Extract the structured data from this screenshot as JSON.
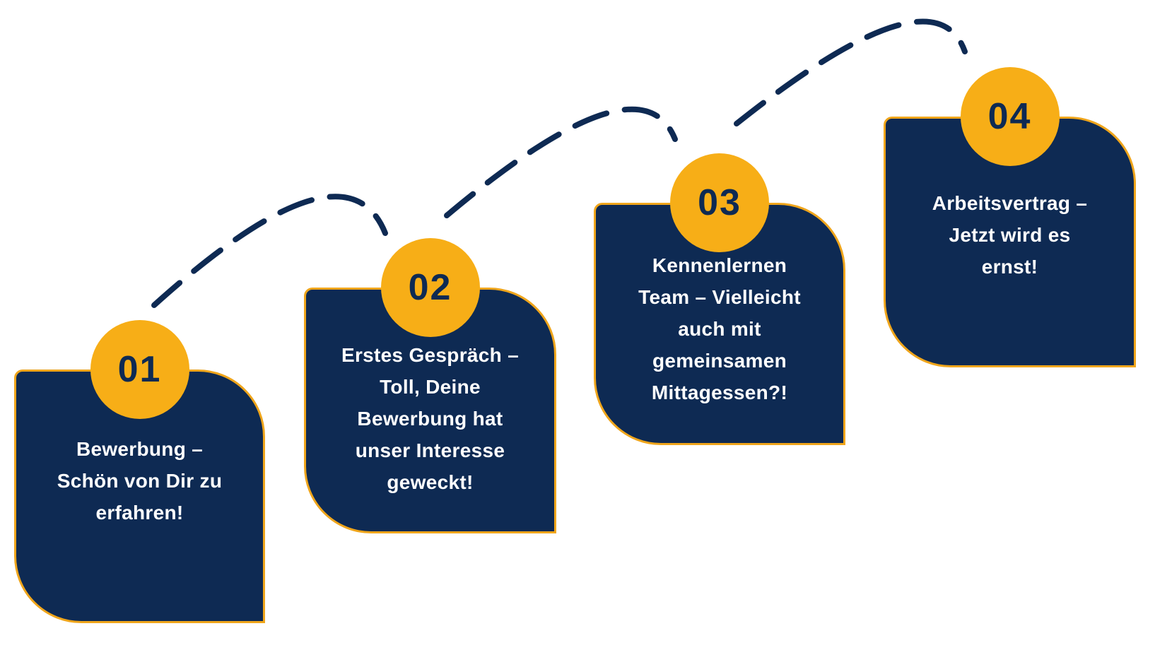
{
  "diagram": {
    "language": "de",
    "step_count": 4
  },
  "steps": [
    {
      "number": "01",
      "text": "Bewerbung –\nSchön von Dir zu\nerfahren!"
    },
    {
      "number": "02",
      "text": "Erstes Gespräch –\nToll, Deine\nBewerbung hat\nunser Interesse\ngeweckt!"
    },
    {
      "number": "03",
      "text": "Kennenlernen\nTeam – Vielleicht\nauch mit\ngemeinsamen\nMittagessen?!"
    },
    {
      "number": "04",
      "text": "Arbeitsvertrag –\nJetzt wird es\nernst!"
    }
  ],
  "colors": {
    "navy": "#0e2a53",
    "yellow": "#f7ae17",
    "card-border": "#efa51b",
    "text": "#ffffff",
    "background": "#ffffff"
  }
}
